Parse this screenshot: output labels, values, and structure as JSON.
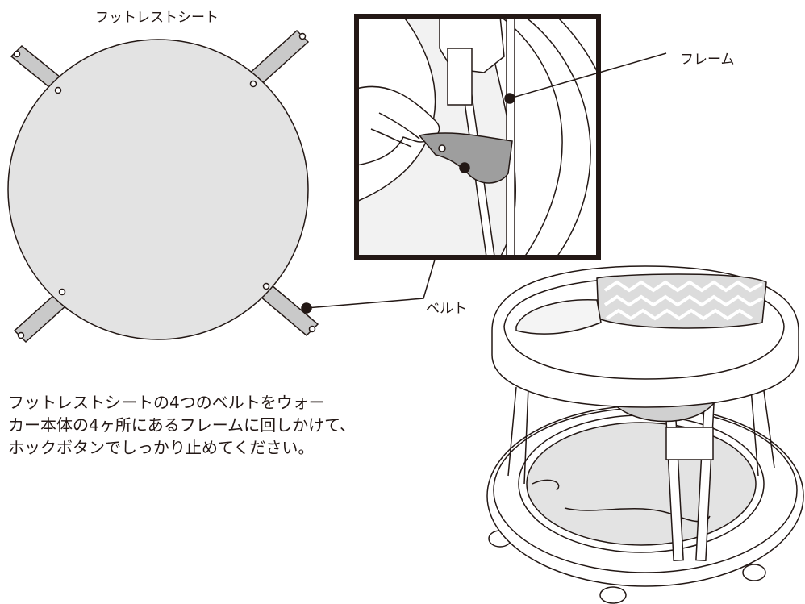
{
  "labels": {
    "footrest_seat": "フットレストシート",
    "frame": "フレーム",
    "belt": "ベルト"
  },
  "instructions": {
    "lines": [
      "フットレストシートの4つのベルトをウォー",
      "カー本体の4ヶ所にあるフレームに回しかけて、",
      "ホックボタンでしっかり止めてください。"
    ]
  },
  "colors": {
    "line": "#231815",
    "seat_fill": "#e3e3e3",
    "strap_fill": "#c9c9c9",
    "belt_fill": "#9e9e9e",
    "white": "#ffffff"
  }
}
